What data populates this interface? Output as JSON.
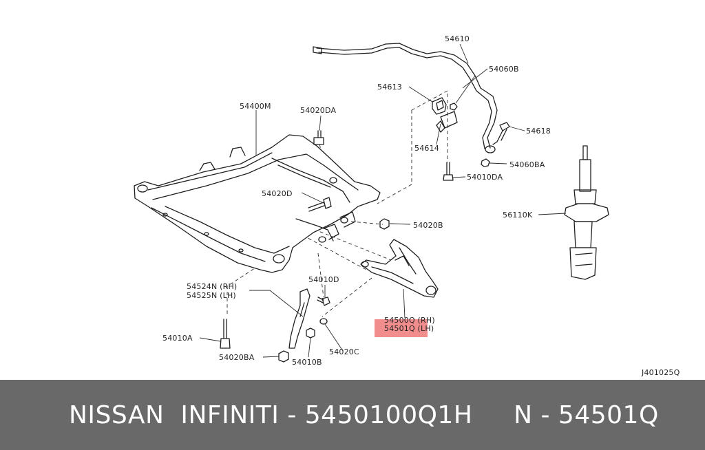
{
  "diagram": {
    "reference_code": "J401025Q",
    "highlight_color": "#f28d8d",
    "labels": {
      "l54610": "54610",
      "l54060B": "54060B",
      "l54613": "54613",
      "l54618": "54618",
      "l54614": "54614",
      "l54060BA": "54060BA",
      "l54010DA": "54010DA",
      "l54400M": "54400M",
      "l54020DA": "54020DA",
      "l54020D": "54020D",
      "l54020B": "54020B",
      "l56110K": "56110K",
      "l54524N": "54524N (RH)",
      "l54525N": "54525N (LH)",
      "l54010D": "54010D",
      "l54500Q": "54500Q (RH)",
      "l54501Q": "54501Q (LH)",
      "l54010A": "54010A",
      "l54020C": "54020C",
      "l54020BA": "54020BA",
      "l54010B": "54010B"
    }
  },
  "footer": {
    "text": "NISSAN  INFINITI - 5450100Q1H     N - 54501Q",
    "background": "#696969"
  }
}
